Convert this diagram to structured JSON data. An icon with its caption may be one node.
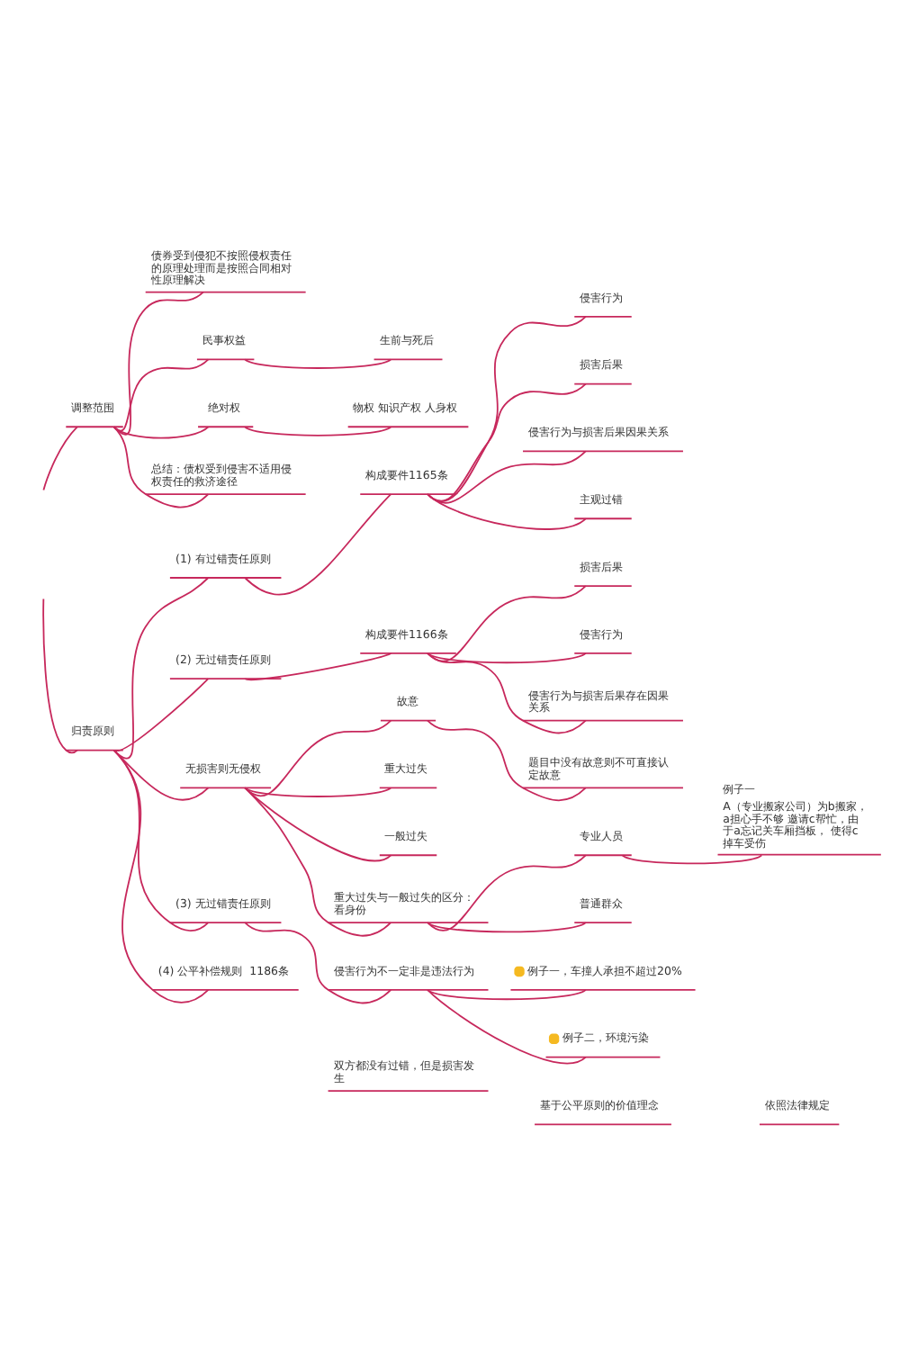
{
  "diagram": {
    "nodes": [
      {
        "text": [
          "调整范围"
        ]
      },
      {
        "text": [
          "债券受到侵犯不按照侵权责任的原理处理而是按照合同相对性原理解决"
        ]
      },
      {
        "text": [
          "民事权益"
        ]
      },
      {
        "text": [
          "生前与死后"
        ]
      },
      {
        "text": [
          "绝对权"
        ]
      },
      {
        "text": [
          "物权 知识产权 人身权"
        ]
      },
      {
        "text": [
          "总结：债权受到侵害不适用侵权责任的救济途径"
        ]
      },
      {
        "text": [
          "归责原则"
        ]
      },
      {
        "text": [
          "(1) 有过错责任原则"
        ]
      },
      {
        "text": [
          "构成要件1165条"
        ]
      },
      {
        "text": [
          "侵害行为"
        ]
      },
      {
        "text": [
          "损害后果"
        ]
      },
      {
        "text": [
          "侵害行为与损害后果因果关系"
        ]
      },
      {
        "text": [
          "主观过错"
        ]
      },
      {
        "text": [
          "(2) 无过错责任原则"
        ]
      },
      {
        "text": [
          "构成要件1166条"
        ]
      },
      {
        "text": [
          "损害后果"
        ]
      },
      {
        "text": [
          "侵害行为"
        ]
      },
      {
        "text": [
          "侵害行为与损害后果存在因果关系"
        ]
      },
      {
        "text": [
          "无损害则无侵权"
        ]
      },
      {
        "text": [
          "故意"
        ]
      },
      {
        "text": [
          "题目中没有故意则不可直接认定故意"
        ]
      },
      {
        "text": [
          "重大过失"
        ]
      },
      {
        "text": [
          "一般过失"
        ]
      },
      {
        "text": [
          "重大过失与一般过失的区分：看身份"
        ]
      },
      {
        "text": [
          "专业人员"
        ]
      },
      {
        "text": [
          "例子一",
          "A（专业搬家公司）为b搬家，a担心手不够 邀请c帮忙，由于a忘记关车厢挡板， 使得c掉车受伤"
        ]
      },
      {
        "text": [
          "普通群众"
        ]
      },
      {
        "text": [
          "(3) 无过错责任原则"
        ]
      },
      {
        "text": [
          "侵害行为不一定非是违法行为"
        ]
      },
      {
        "text": [
          "例子一，车撞人承担不超过20%"
        ]
      },
      {
        "text": [
          "例子二，环境污染"
        ]
      },
      {
        "text": [
          "(4) 公平补偿规则  1186条"
        ]
      },
      {
        "text": [
          "双方都没有过错，但是损害发生"
        ]
      },
      {
        "text": [
          "基于公平原则的价值理念"
        ]
      },
      {
        "text": [
          "依照法律规定"
        ]
      }
    ],
    "edges": [
      {
        "from": null,
        "to": 0,
        "arrow": "none"
      },
      {
        "from": 0,
        "to": 1,
        "arrow": "none"
      },
      {
        "from": 0,
        "to": 2,
        "arrow": "none"
      },
      {
        "from": 2,
        "to": 3,
        "arrow": "none"
      },
      {
        "from": 0,
        "to": 4,
        "arrow": "none"
      },
      {
        "from": 4,
        "to": 5,
        "arrow": "none"
      },
      {
        "from": 0,
        "to": 6,
        "arrow": "none"
      },
      {
        "from": null,
        "to": 7,
        "arrow": "none"
      },
      {
        "from": 7,
        "to": 8,
        "arrow": "none"
      },
      {
        "from": 8,
        "to": 9,
        "arrow": "none"
      },
      {
        "from": 9,
        "to": 10,
        "arrow": "none"
      },
      {
        "from": 9,
        "to": 11,
        "arrow": "none"
      },
      {
        "from": 9,
        "to": 12,
        "arrow": "none"
      },
      {
        "from": 9,
        "to": 13,
        "arrow": "none"
      },
      {
        "from": 7,
        "to": 14,
        "arrow": "none"
      },
      {
        "from": 14,
        "to": 15,
        "arrow": "none"
      },
      {
        "from": 15,
        "to": 16,
        "arrow": "none"
      },
      {
        "from": 15,
        "to": 17,
        "arrow": "none"
      },
      {
        "from": 15,
        "to": 18,
        "arrow": "none"
      },
      {
        "from": 7,
        "to": 19,
        "arrow": "none"
      },
      {
        "from": 19,
        "to": 20,
        "arrow": "none"
      },
      {
        "from": 20,
        "to": 21,
        "arrow": "none"
      },
      {
        "from": 19,
        "to": 22,
        "arrow": "none"
      },
      {
        "from": 19,
        "to": 23,
        "arrow": "none"
      },
      {
        "from": 19,
        "to": 24,
        "arrow": "none"
      },
      {
        "from": 24,
        "to": 25,
        "arrow": "none"
      },
      {
        "from": 25,
        "to": 26,
        "arrow": "none"
      },
      {
        "from": 24,
        "to": 27,
        "arrow": "none"
      },
      {
        "from": 7,
        "to": 28,
        "arrow": "none"
      },
      {
        "from": 28,
        "to": 29,
        "arrow": "none"
      },
      {
        "from": 29,
        "to": 30,
        "arrow": "none"
      },
      {
        "from": 29,
        "to": 31,
        "arrow": "none"
      },
      {
        "from": 7,
        "to": 32,
        "arrow": "none"
      }
    ]
  }
}
